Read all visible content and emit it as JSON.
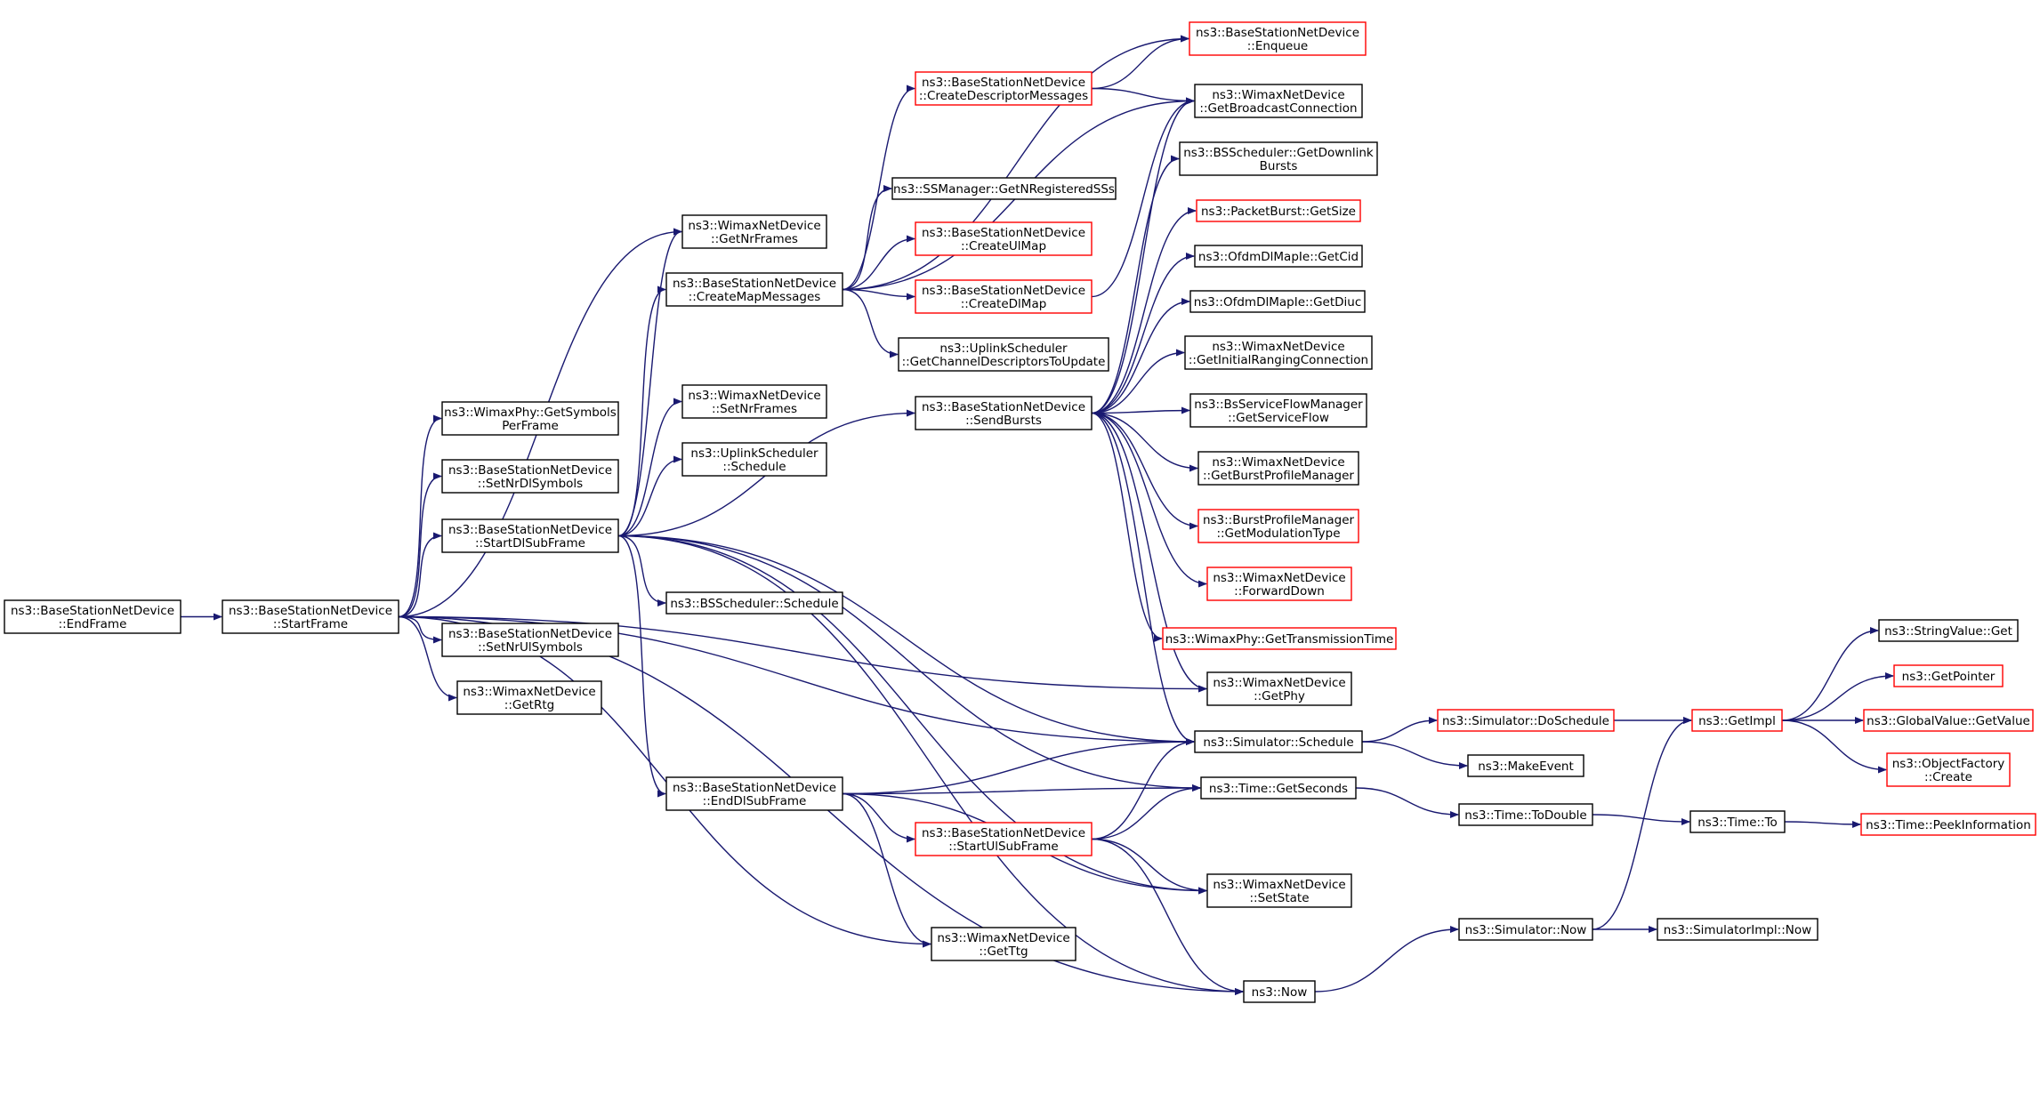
{
  "colors": {
    "edge": "#191970",
    "box_default": "#000000",
    "box_truncated": "#ff0000",
    "root_fill": "#bfbfbf",
    "background": "#ffffff"
  },
  "nodes": [
    {
      "id": "endframe",
      "lines": [
        "ns3::BaseStationNetDevice",
        "::EndFrame"
      ],
      "border": "black",
      "highlighted": true
    },
    {
      "id": "startframe",
      "lines": [
        "ns3::BaseStationNetDevice",
        "::StartFrame"
      ],
      "border": "black"
    },
    {
      "id": "getsymbols",
      "lines": [
        "ns3::WimaxPhy::GetSymbols",
        "PerFrame"
      ],
      "border": "black"
    },
    {
      "id": "setnrdl",
      "lines": [
        "ns3::BaseStationNetDevice",
        "::SetNrDlSymbols"
      ],
      "border": "black"
    },
    {
      "id": "startdl",
      "lines": [
        "ns3::BaseStationNetDevice",
        "::StartDlSubFrame"
      ],
      "border": "black"
    },
    {
      "id": "setnrul",
      "lines": [
        "ns3::BaseStationNetDevice",
        "::SetNrUlSymbols"
      ],
      "border": "black"
    },
    {
      "id": "getrtg",
      "lines": [
        "ns3::WimaxNetDevice",
        "::GetRtg"
      ],
      "border": "black"
    },
    {
      "id": "getnrframes",
      "lines": [
        "ns3::WimaxNetDevice",
        "::GetNrFrames"
      ],
      "border": "black"
    },
    {
      "id": "createmap",
      "lines": [
        "ns3::BaseStationNetDevice",
        "::CreateMapMessages"
      ],
      "border": "black"
    },
    {
      "id": "setnrframes",
      "lines": [
        "ns3::WimaxNetDevice",
        "::SetNrFrames"
      ],
      "border": "black"
    },
    {
      "id": "ulsched",
      "lines": [
        "ns3::UplinkScheduler",
        "::Schedule"
      ],
      "border": "black"
    },
    {
      "id": "bssched",
      "lines": [
        "ns3::BSScheduler::Schedule"
      ],
      "border": "black"
    },
    {
      "id": "enddl",
      "lines": [
        "ns3::BaseStationNetDevice",
        "::EndDlSubFrame"
      ],
      "border": "black"
    },
    {
      "id": "createdesc",
      "lines": [
        "ns3::BaseStationNetDevice",
        "::CreateDescriptorMessages"
      ],
      "border": "red"
    },
    {
      "id": "getnreg",
      "lines": [
        "ns3::SSManager::GetNRegisteredSSs"
      ],
      "border": "black"
    },
    {
      "id": "createul",
      "lines": [
        "ns3::BaseStationNetDevice",
        "::CreateUlMap"
      ],
      "border": "red"
    },
    {
      "id": "createdl",
      "lines": [
        "ns3::BaseStationNetDevice",
        "::CreateDlMap"
      ],
      "border": "red"
    },
    {
      "id": "getchan",
      "lines": [
        "ns3::UplinkScheduler",
        "::GetChannelDescriptorsToUpdate"
      ],
      "border": "black"
    },
    {
      "id": "sendbursts",
      "lines": [
        "ns3::BaseStationNetDevice",
        "::SendBursts"
      ],
      "border": "black"
    },
    {
      "id": "startul",
      "lines": [
        "ns3::BaseStationNetDevice",
        "::StartUlSubFrame"
      ],
      "border": "red"
    },
    {
      "id": "getttg",
      "lines": [
        "ns3::WimaxNetDevice",
        "::GetTtg"
      ],
      "border": "black"
    },
    {
      "id": "enqueue",
      "lines": [
        "ns3::BaseStationNetDevice",
        "::Enqueue"
      ],
      "border": "red"
    },
    {
      "id": "getbcast",
      "lines": [
        "ns3::WimaxNetDevice",
        "::GetBroadcastConnection"
      ],
      "border": "black"
    },
    {
      "id": "getdlbursts",
      "lines": [
        "ns3::BSScheduler::GetDownlink",
        "Bursts"
      ],
      "border": "black"
    },
    {
      "id": "getsize",
      "lines": [
        "ns3::PacketBurst::GetSize"
      ],
      "border": "red"
    },
    {
      "id": "getcid",
      "lines": [
        "ns3::OfdmDlMapIe::GetCid"
      ],
      "border": "black"
    },
    {
      "id": "getdiuc",
      "lines": [
        "ns3::OfdmDlMapIe::GetDiuc"
      ],
      "border": "black"
    },
    {
      "id": "getinit",
      "lines": [
        "ns3::WimaxNetDevice",
        "::GetInitialRangingConnection"
      ],
      "border": "black"
    },
    {
      "id": "getsvcflow",
      "lines": [
        "ns3::BsServiceFlowManager",
        "::GetServiceFlow"
      ],
      "border": "black"
    },
    {
      "id": "getbpm",
      "lines": [
        "ns3::WimaxNetDevice",
        "::GetBurstProfileManager"
      ],
      "border": "black"
    },
    {
      "id": "getmod",
      "lines": [
        "ns3::BurstProfileManager",
        "::GetModulationType"
      ],
      "border": "red"
    },
    {
      "id": "fwddown",
      "lines": [
        "ns3::WimaxNetDevice",
        "::ForwardDown"
      ],
      "border": "red"
    },
    {
      "id": "gettx",
      "lines": [
        "ns3::WimaxPhy::GetTransmissionTime"
      ],
      "border": "red"
    },
    {
      "id": "getphy",
      "lines": [
        "ns3::WimaxNetDevice",
        "::GetPhy"
      ],
      "border": "black"
    },
    {
      "id": "simsched",
      "lines": [
        "ns3::Simulator::Schedule"
      ],
      "border": "black"
    },
    {
      "id": "getsec",
      "lines": [
        "ns3::Time::GetSeconds"
      ],
      "border": "black"
    },
    {
      "id": "setstate",
      "lines": [
        "ns3::WimaxNetDevice",
        "::SetState"
      ],
      "border": "black"
    },
    {
      "id": "now",
      "lines": [
        "ns3::Now"
      ],
      "border": "black"
    },
    {
      "id": "dosched",
      "lines": [
        "ns3::Simulator::DoSchedule"
      ],
      "border": "red"
    },
    {
      "id": "makeevent",
      "lines": [
        "ns3::MakeEvent"
      ],
      "border": "black"
    },
    {
      "id": "todouble",
      "lines": [
        "ns3::Time::ToDouble"
      ],
      "border": "black"
    },
    {
      "id": "simnow",
      "lines": [
        "ns3::Simulator::Now"
      ],
      "border": "black"
    },
    {
      "id": "getimpl",
      "lines": [
        "ns3::GetImpl"
      ],
      "border": "red"
    },
    {
      "id": "timeto",
      "lines": [
        "ns3::Time::To"
      ],
      "border": "black"
    },
    {
      "id": "simimplnow",
      "lines": [
        "ns3::SimulatorImpl::Now"
      ],
      "border": "black"
    },
    {
      "id": "strget",
      "lines": [
        "ns3::StringValue::Get"
      ],
      "border": "black"
    },
    {
      "id": "getptr",
      "lines": [
        "ns3::GetPointer"
      ],
      "border": "red"
    },
    {
      "id": "gvget",
      "lines": [
        "ns3::GlobalValue::GetValue"
      ],
      "border": "red"
    },
    {
      "id": "ofcreate",
      "lines": [
        "ns3::ObjectFactory",
        "::Create"
      ],
      "border": "red"
    },
    {
      "id": "peek",
      "lines": [
        "ns3::Time::PeekInformation"
      ],
      "border": "red"
    }
  ],
  "edges": [
    [
      "endframe",
      "startframe"
    ],
    [
      "startframe",
      "getnrframes"
    ],
    [
      "startframe",
      "getsymbols"
    ],
    [
      "startframe",
      "setnrdl"
    ],
    [
      "startframe",
      "startdl"
    ],
    [
      "startframe",
      "setnrul"
    ],
    [
      "startframe",
      "getrtg"
    ],
    [
      "startframe",
      "getphy"
    ],
    [
      "startframe",
      "simsched"
    ],
    [
      "startframe",
      "getttg"
    ],
    [
      "startframe",
      "now"
    ],
    [
      "startdl",
      "getnrframes"
    ],
    [
      "startdl",
      "createmap"
    ],
    [
      "startdl",
      "setnrframes"
    ],
    [
      "startdl",
      "ulsched"
    ],
    [
      "startdl",
      "bssched"
    ],
    [
      "startdl",
      "sendbursts"
    ],
    [
      "startdl",
      "enddl"
    ],
    [
      "startdl",
      "getsec"
    ],
    [
      "startdl",
      "simsched"
    ],
    [
      "startdl",
      "setstate"
    ],
    [
      "startdl",
      "now"
    ],
    [
      "createmap",
      "createdesc"
    ],
    [
      "createmap",
      "getnreg"
    ],
    [
      "createmap",
      "createul"
    ],
    [
      "createmap",
      "createdl"
    ],
    [
      "createmap",
      "getchan"
    ],
    [
      "createmap",
      "enqueue"
    ],
    [
      "createmap",
      "getbcast"
    ],
    [
      "createdesc",
      "enqueue"
    ],
    [
      "createdesc",
      "getbcast"
    ],
    [
      "createdl",
      "getbcast"
    ],
    [
      "sendbursts",
      "getbcast"
    ],
    [
      "sendbursts",
      "getdlbursts"
    ],
    [
      "sendbursts",
      "getsize"
    ],
    [
      "sendbursts",
      "getcid"
    ],
    [
      "sendbursts",
      "getdiuc"
    ],
    [
      "sendbursts",
      "getinit"
    ],
    [
      "sendbursts",
      "getsvcflow"
    ],
    [
      "sendbursts",
      "getbpm"
    ],
    [
      "sendbursts",
      "getmod"
    ],
    [
      "sendbursts",
      "fwddown"
    ],
    [
      "sendbursts",
      "gettx"
    ],
    [
      "sendbursts",
      "getphy"
    ],
    [
      "sendbursts",
      "simsched"
    ],
    [
      "enddl",
      "simsched"
    ],
    [
      "enddl",
      "getsec"
    ],
    [
      "enddl",
      "startul"
    ],
    [
      "enddl",
      "setstate"
    ],
    [
      "enddl",
      "getttg"
    ],
    [
      "startul",
      "simsched"
    ],
    [
      "startul",
      "getsec"
    ],
    [
      "startul",
      "setstate"
    ],
    [
      "startul",
      "now"
    ],
    [
      "simsched",
      "dosched"
    ],
    [
      "simsched",
      "makeevent"
    ],
    [
      "getsec",
      "todouble"
    ],
    [
      "now",
      "simnow"
    ],
    [
      "dosched",
      "getimpl"
    ],
    [
      "todouble",
      "timeto"
    ],
    [
      "simnow",
      "getimpl"
    ],
    [
      "simnow",
      "simimplnow"
    ],
    [
      "getimpl",
      "strget"
    ],
    [
      "getimpl",
      "getptr"
    ],
    [
      "getimpl",
      "gvget"
    ],
    [
      "getimpl",
      "ofcreate"
    ],
    [
      "timeto",
      "peek"
    ]
  ]
}
